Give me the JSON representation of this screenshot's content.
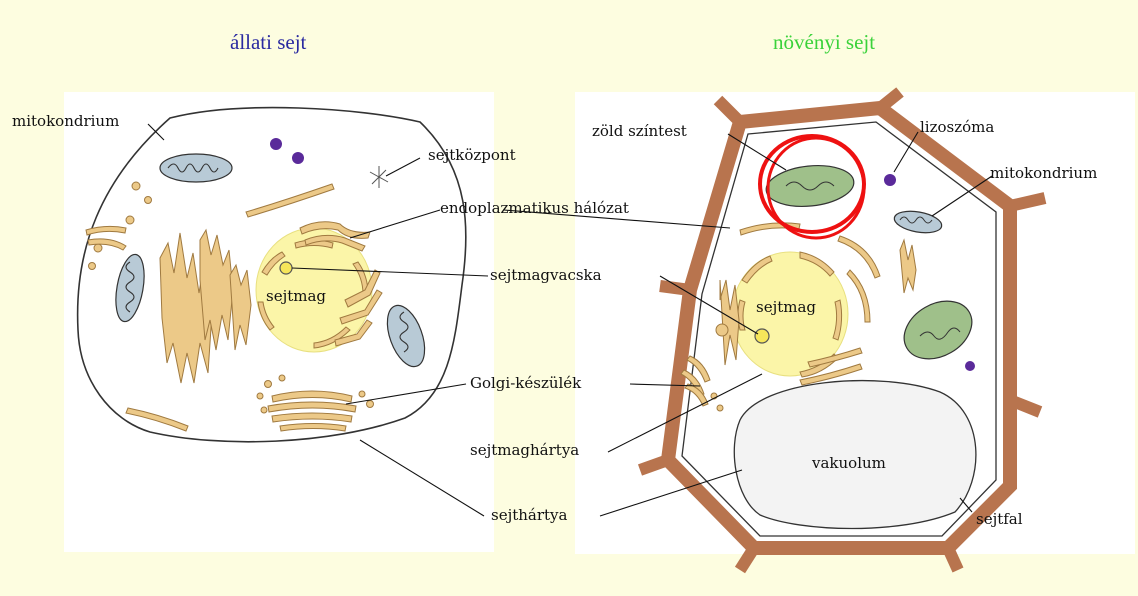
{
  "page": {
    "background": "#fdfde0"
  },
  "headings": {
    "animal": "állati sejt",
    "plant": "növényi sejt",
    "animal_color": "#2a2aa0",
    "plant_color": "#3ad23a"
  },
  "labels": {
    "mitokondrium_left": "mitokondrium",
    "sejtkozpont": "sejtközpont",
    "endoplazmatikus": "endoplazmatikus hálózat",
    "sejtmagvacska": "sejtmagvacska",
    "sejtmag_left": "sejtmag",
    "golgi": "Golgi-készülék",
    "sejtmaghartya": "sejtmaghártya",
    "sejthartya": "sejthártya",
    "zold_szintest": "zöld színtest",
    "lizoszoma": "lizoszóma",
    "mitokondrium_right": "mitokondrium",
    "sejtmag_right": "sejtmag",
    "vakuolum": "vakuolum",
    "sejtfal": "sejtfal"
  },
  "colors": {
    "cell_wall": "#b8744e",
    "nucleus": "#fbf5a8",
    "organelle": "#ecc988",
    "mitochondria": "#b8cad6",
    "chloroplast": "#9fc08a",
    "lysosome": "#5a2a9a",
    "highlight": "#ee1111"
  }
}
